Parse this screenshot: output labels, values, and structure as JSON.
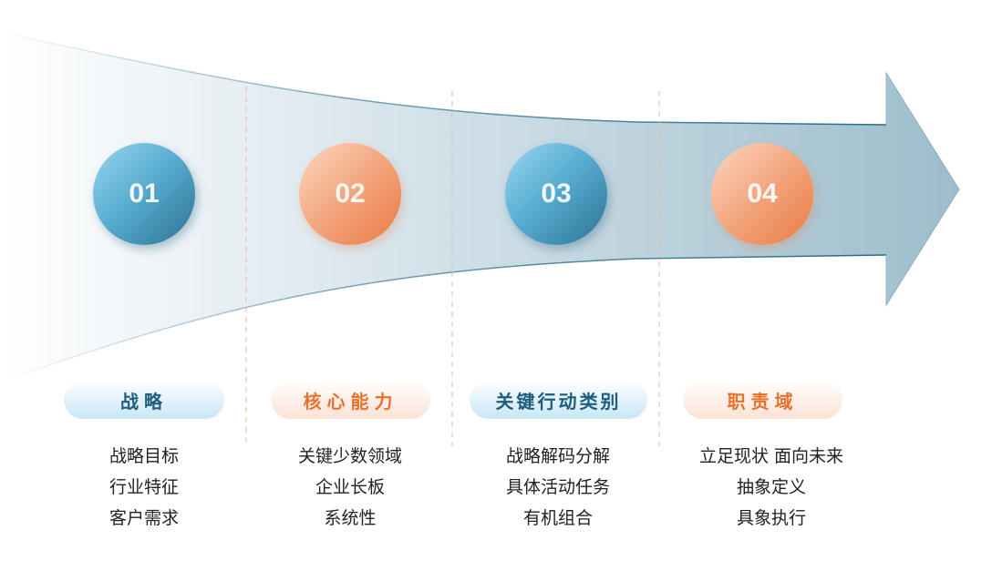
{
  "steps": [
    {
      "num": "01",
      "title": "战略",
      "items": [
        "战略目标",
        "行业特征",
        "客户需求"
      ],
      "theme": "blue"
    },
    {
      "num": "02",
      "title": "核心能力",
      "items": [
        "关键少数领域",
        "企业长板",
        "系统性"
      ],
      "theme": "orange"
    },
    {
      "num": "03",
      "title": "关键行动类别",
      "items": [
        "战略解码分解",
        "具体活动任务",
        "有机组合"
      ],
      "theme": "blue"
    },
    {
      "num": "04",
      "title": "职责域",
      "items": [
        "立足现状 面向未来",
        "抽象定义",
        "具象执行"
      ],
      "theme": "orange"
    }
  ],
  "colors": {
    "blue": "#2c7394",
    "orange": "#ea7b45"
  }
}
